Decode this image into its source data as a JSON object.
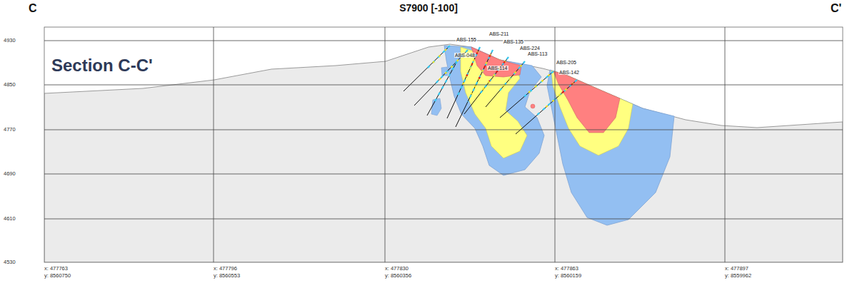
{
  "diagram": {
    "title": "S7900 [-100]",
    "labels": [
      "C",
      "C'",
      "Section C-C'",
      "4930",
      "4850",
      "4770",
      "4690",
      "4610",
      "4530",
      "x: 477763",
      "y: 8560750",
      "x: 477796",
      "y: 8560553",
      "x: 477830",
      "y: 8560356",
      "x: 477863",
      "y: 8560159",
      "x: 477897",
      "y: 8559962",
      "ABS-155",
      "ABS-211",
      "ABS-135",
      "ABS-048",
      "ABS-224",
      "ABS-113",
      "ABS-114",
      "ABS-205",
      "ABS-142"
    ]
  }
}
